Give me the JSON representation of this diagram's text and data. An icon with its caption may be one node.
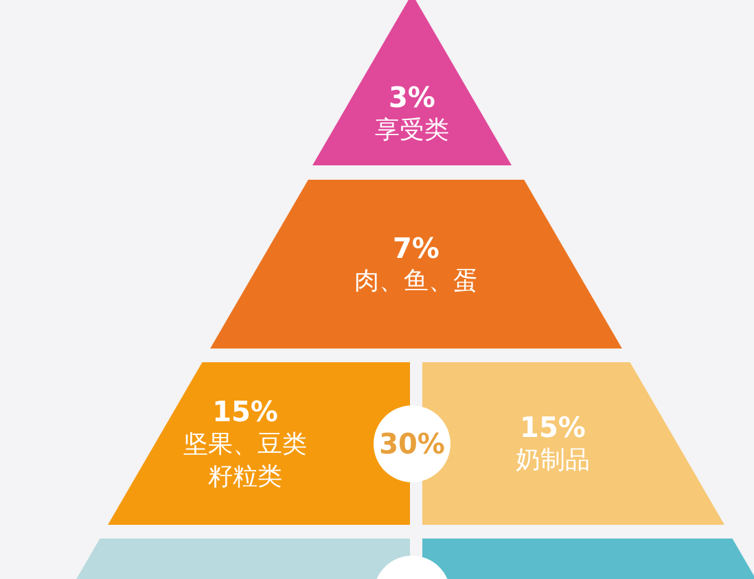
{
  "diagram": {
    "nodes": [
      {
        "text": [
          "3%",
          "享受类"
        ]
      },
      {
        "text": [
          "7%",
          "肉、鱼、蛋"
        ]
      },
      {
        "text": [
          "15%",
          "坚果、豆类籽粒类"
        ]
      },
      {
        "text": [
          "30%"
        ]
      },
      {
        "text": [
          "15%",
          "奶制品"
        ]
      },
      {
        "text": [],
        "shape": "box"
      },
      {
        "text": [],
        "shape": "box"
      },
      {
        "text": [],
        "shape": "circle"
      }
    ]
  }
}
